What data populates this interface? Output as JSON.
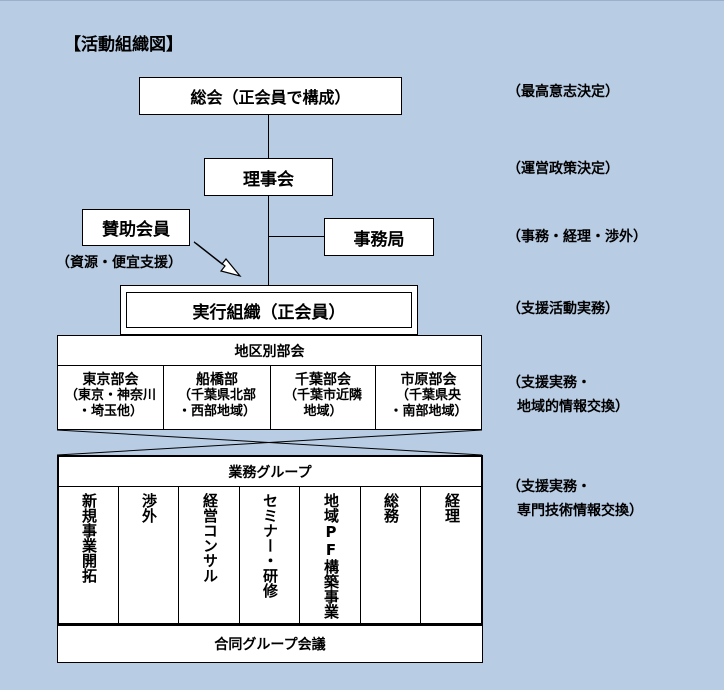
{
  "title": "【活動組織図】",
  "nodes": {
    "soukai": "総会（正会員で構成）",
    "rijikai": "理事会",
    "jimukyoku": "事務局",
    "sanjo_name": "賛助会員",
    "sanjo_sub": "（資源・便宜支援）",
    "jikko": "実行組織（正会員）",
    "chiku": "地区別部会",
    "gyomu": "業務グループ",
    "goudou": "合同グループ会議"
  },
  "notes": {
    "soukai": "（最高意志決定）",
    "rijikai": "（運営政策決定）",
    "jimukyoku": "（事務・経理・渉外）",
    "jikko": "（支援活動実務）",
    "chiku_line1": "（支援実務・",
    "chiku_line2": "地域的情報交換）",
    "gyomu_line1": "（支援実務・",
    "gyomu_line2": "専門技術情報交換）"
  },
  "bukai": [
    {
      "name": "東京部会",
      "sub1": "（東京・神奈川",
      "sub2": "・埼玉他）"
    },
    {
      "name": "船橋部",
      "sub1": "（千葉県北部",
      "sub2": "・西部地域）"
    },
    {
      "name": "千葉部会",
      "sub1": "（千葉市近隣",
      "sub2": "地域）"
    },
    {
      "name": "市原部会",
      "sub1": "（千葉県央",
      "sub2": "・南部地域）"
    }
  ],
  "groups": [
    "新規事業開拓",
    "渉外",
    "経営コンサル",
    "セミナー・研修",
    "地域PF構築事業",
    "総務",
    "経理"
  ]
}
